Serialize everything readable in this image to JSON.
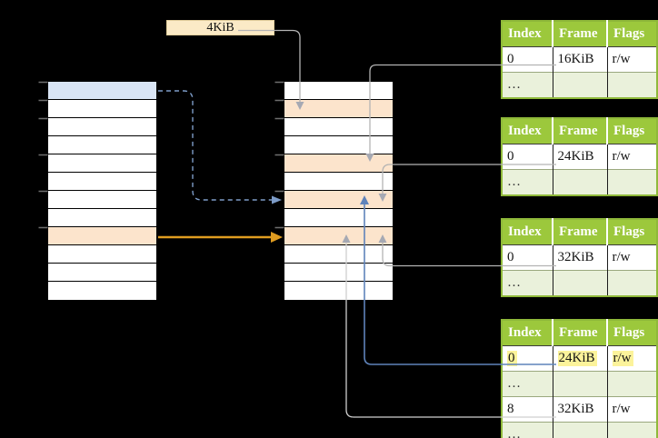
{
  "page_label": {
    "text": "4KiB"
  },
  "memory_columns": {
    "left": {
      "name": "virtual-memory",
      "row_count": 12,
      "highlighted_rows": [
        {
          "row": 0,
          "color": "blue"
        },
        {
          "row": 8,
          "color": "orange"
        }
      ]
    },
    "right": {
      "name": "physical-memory",
      "row_count": 12,
      "highlighted_rows": [
        {
          "row": 1,
          "color": "orange"
        },
        {
          "row": 4,
          "color": "orange"
        },
        {
          "row": 6,
          "color": "orange"
        },
        {
          "row": 8,
          "color": "orange"
        }
      ]
    }
  },
  "page_tables": [
    {
      "headers": [
        "Index",
        "Frame",
        "Flags"
      ],
      "rows": [
        {
          "cells": [
            "0",
            "16KiB",
            "r/w"
          ]
        },
        {
          "cells": [
            "…",
            "",
            ""
          ],
          "shaded": true
        }
      ]
    },
    {
      "headers": [
        "Index",
        "Frame",
        "Flags"
      ],
      "rows": [
        {
          "cells": [
            "0",
            "24KiB",
            "r/w"
          ]
        },
        {
          "cells": [
            "…",
            "",
            ""
          ],
          "shaded": true
        }
      ]
    },
    {
      "headers": [
        "Index",
        "Frame",
        "Flags"
      ],
      "rows": [
        {
          "cells": [
            "0",
            "32KiB",
            "r/w"
          ]
        },
        {
          "cells": [
            "…",
            "",
            ""
          ],
          "shaded": true
        }
      ]
    },
    {
      "headers": [
        "Index",
        "Frame",
        "Flags"
      ],
      "rows": [
        {
          "cells": [
            "0",
            "24KiB",
            "r/w"
          ],
          "highlighted": true
        },
        {
          "cells": [
            "…",
            "",
            ""
          ],
          "shaded": true
        },
        {
          "cells": [
            "8",
            "32KiB",
            "r/w"
          ]
        },
        {
          "cells": [
            "…",
            "",
            ""
          ],
          "shaded": true
        }
      ]
    }
  ],
  "colors": {
    "background": "#000000",
    "table_header_bg": "#9CC83C",
    "table_border": "#8FB93A",
    "table_alt_row_bg": "#EAF1DB",
    "highlight_yellow": "#FCF39B",
    "row_blue": "#D9E5F5",
    "row_orange": "#FCE4CC",
    "label_box_bg": "#FBEAC6",
    "connector_gray": "#B3B3B3",
    "connector_gray_light": "#CFCFCF",
    "arrowhead_gray": "#A6A9B3",
    "connector_blue": "#5F83BA",
    "connector_blue_dashed": "#7D9CC8",
    "connector_orange": "#DF9C20",
    "tick_gray": "#6E6E6E"
  }
}
